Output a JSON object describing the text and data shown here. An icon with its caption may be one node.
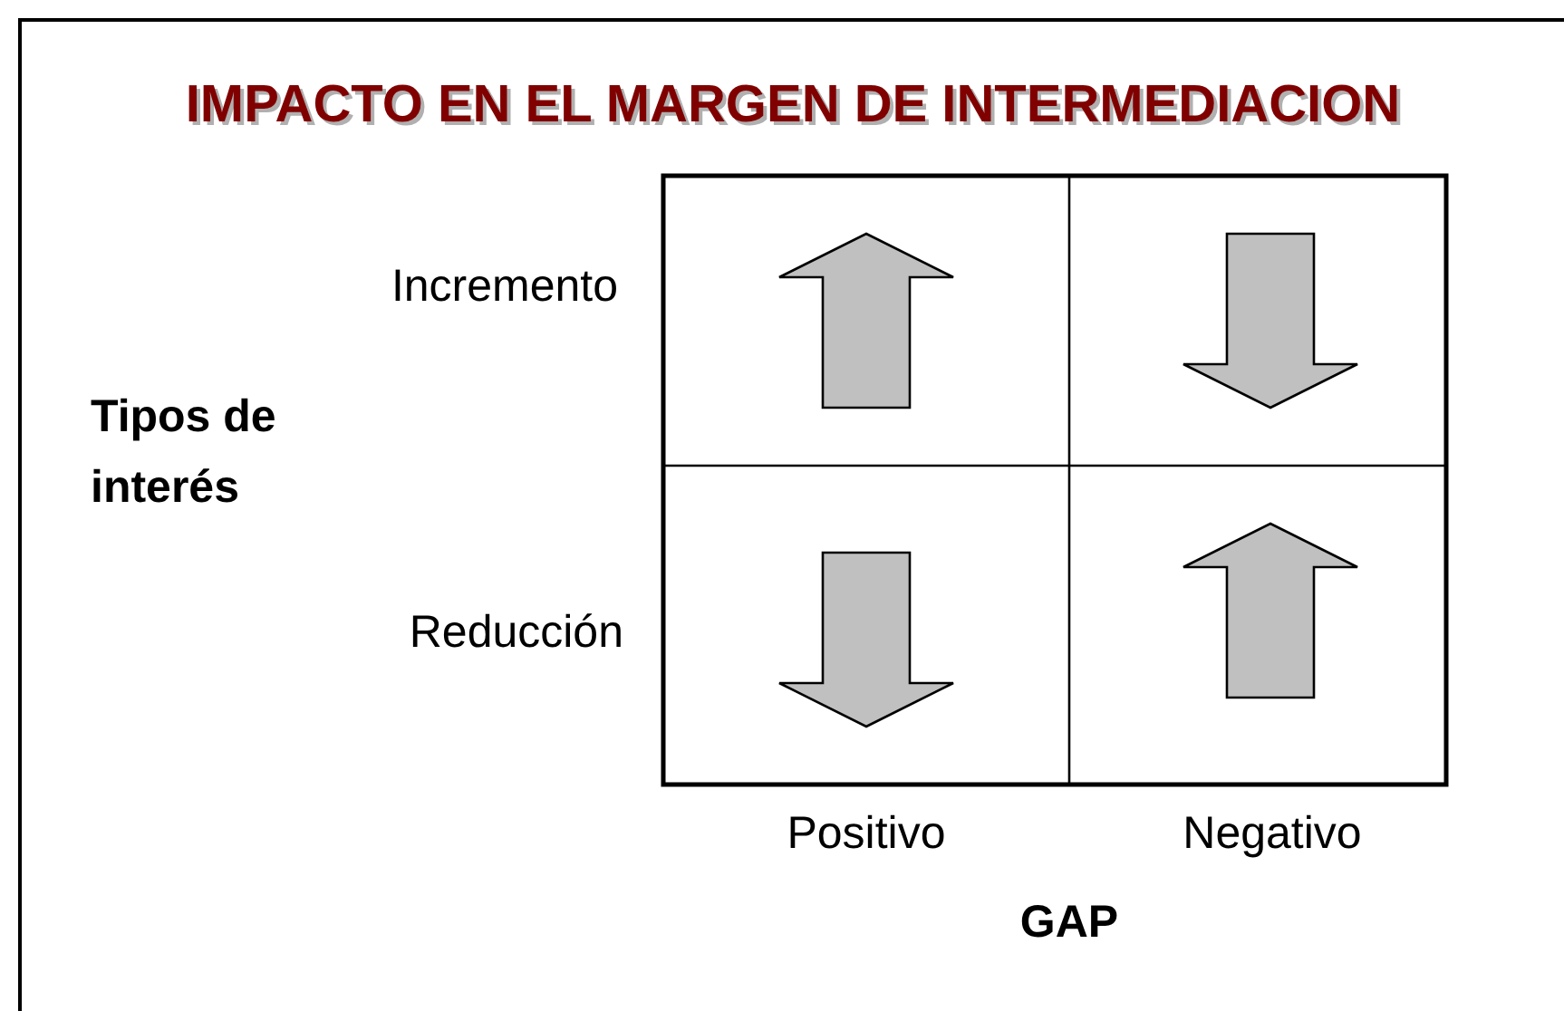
{
  "diagram": {
    "title": "IMPACTO EN EL MARGEN DE INTERMEDIACION",
    "labels": [
      "Incremento",
      "Tipos de interés",
      "Reducción",
      "Positivo",
      "Negativo",
      "GAP"
    ]
  }
}
